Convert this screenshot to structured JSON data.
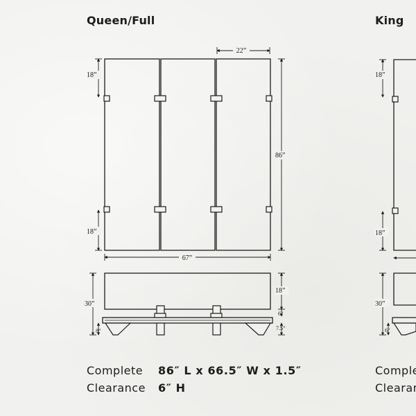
{
  "sections": [
    {
      "title": "Queen/Full",
      "dimensions": {
        "panel_width": "22”",
        "top_hinge": "18”",
        "bottom_hinge": "18”",
        "height": "86”",
        "width": "67”",
        "side_height": "30”",
        "side_panel": "18”",
        "clearance": "6”",
        "foot_left": "8”",
        "foot_right": "7.5”"
      },
      "specs": [
        {
          "label": "Complete",
          "value": "86″ L x 66.5″ W x 1.5″"
        },
        {
          "label": "Clearance",
          "value": "6″ H"
        }
      ]
    },
    {
      "title": "King",
      "dimensions": {
        "top_hinge": "18”",
        "bottom_hinge": "18”",
        "side_height": "30”",
        "foot": "6”"
      },
      "specs": [
        {
          "label": "Complete",
          "value": ""
        },
        {
          "label": "Clearance",
          "value": ""
        }
      ]
    }
  ],
  "colors": {
    "background": "#f1f1ef",
    "line": "#1d1d1d"
  }
}
